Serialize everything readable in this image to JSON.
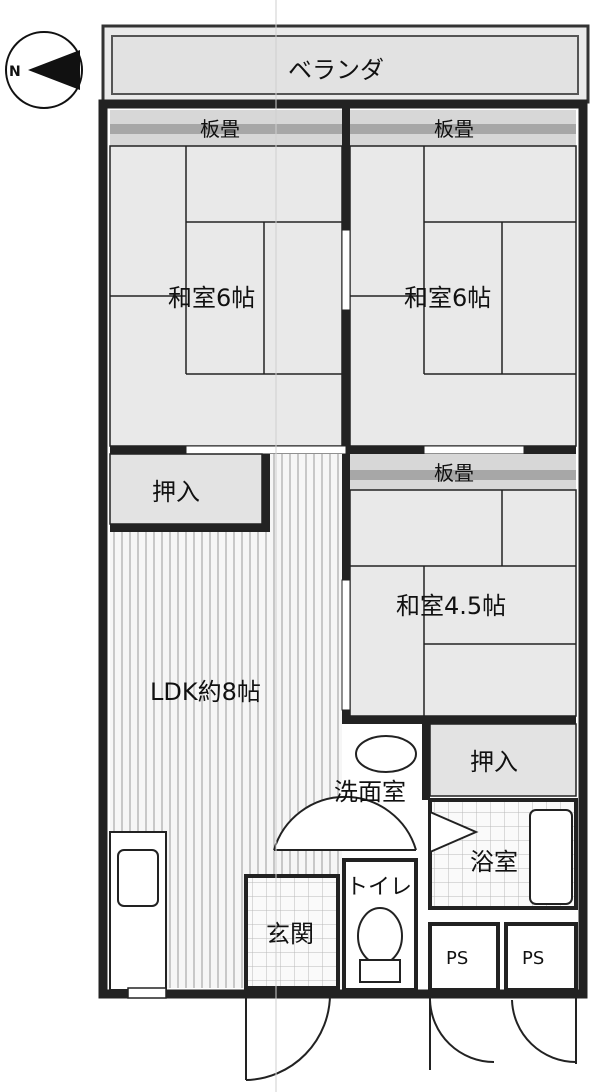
{
  "compass": {
    "label": "N"
  },
  "rooms": {
    "veranda": "ベランダ",
    "itama_1": "板畳",
    "itama_2": "板畳",
    "itama_3": "板畳",
    "washitsu_left": "和室6帖",
    "washitsu_right": "和室6帖",
    "oshiire_upper": "押入",
    "washitsu_45": "和室4.5帖",
    "ldk": "LDK約8帖",
    "oshiire_lower": "押入",
    "senmenshitsu": "洗面室",
    "yokushitsu": "浴室",
    "toilet": "トイレ",
    "genkan": "玄関",
    "ps_1": "PS",
    "ps_2": "PS"
  }
}
